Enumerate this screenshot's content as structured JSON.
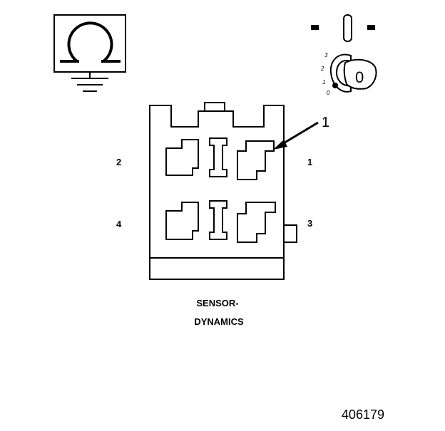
{
  "omega_symbol": {
    "icon": "omega-resistance-icon"
  },
  "ignition_key": {
    "icon": "ignition-key-icon",
    "scale_ticks": [
      "3",
      "2",
      "1",
      "0"
    ],
    "key_face_label": "0"
  },
  "connector": {
    "icon": "connector-face-icon",
    "callout": "1",
    "pins": {
      "pin_1": "1",
      "pin_2": "2",
      "pin_3": "3",
      "pin_4": "4"
    }
  },
  "caption": {
    "line1": "SENSOR-",
    "line2": "DYNAMICS"
  },
  "figure_number": "406179"
}
